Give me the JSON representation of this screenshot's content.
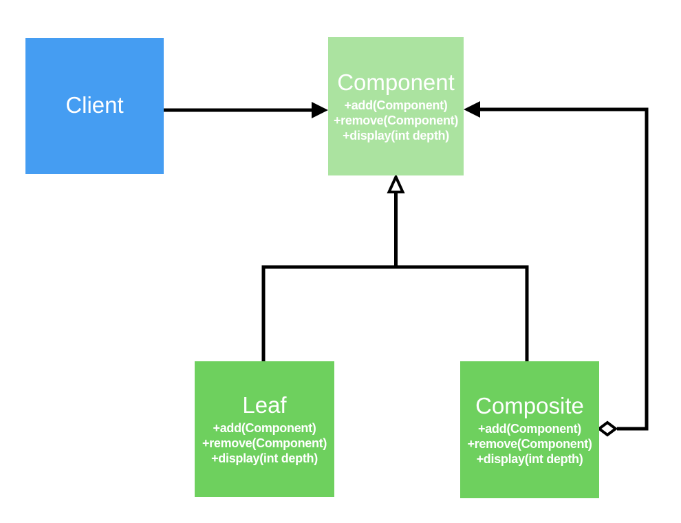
{
  "nodes": {
    "client": {
      "title": "Client"
    },
    "component": {
      "title": "Component",
      "methods": [
        "+add(Component)",
        "+remove(Component)",
        "+display(int depth)"
      ]
    },
    "leaf": {
      "title": "Leaf",
      "methods": [
        "+add(Component)",
        "+remove(Component)",
        "+display(int depth)"
      ]
    },
    "composite": {
      "title": "Composite",
      "methods": [
        "+add(Component)",
        "+remove(Component)",
        "+display(int depth)"
      ]
    }
  },
  "colors": {
    "client_fill": "#459df2",
    "component_fill": "#abe3a0",
    "leaf_fill": "#6ed05e",
    "composite_fill": "#6ed05e",
    "connector_line": "#000000",
    "node_text": "#ffffff",
    "background": "#ffffff"
  }
}
